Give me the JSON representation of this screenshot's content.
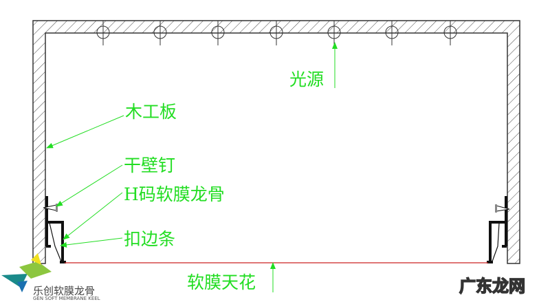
{
  "labels": {
    "light_source": "光源",
    "wood_board": "木工板",
    "drywall_nail": "干壁钉",
    "h_keel": "H码软膜龙骨",
    "edge_strip": "扣边条",
    "soft_film_ceiling": "软膜天花"
  },
  "watermarks": {
    "logo_cn": "乐创软膜龙骨",
    "logo_en": "GEN SOFT MEMBRANE KEEL",
    "site": "广东龙网"
  },
  "colors": {
    "label": "#22dd22",
    "wall": "#333333",
    "film": "#cc2222"
  }
}
